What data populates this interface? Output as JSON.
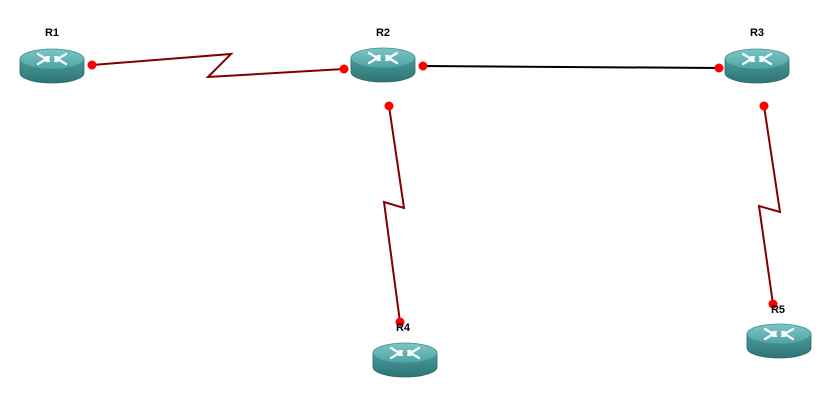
{
  "diagram": {
    "style": {
      "serial_link_color": "#800000",
      "ethernet_link_color": "#000000",
      "port_dot_color": "#ff0000",
      "router_body_color": "#3a8a8a",
      "router_top_color": "#5fb3b3",
      "router_arrow_color": "#ffffff"
    },
    "routers": [
      {
        "id": "R1",
        "label": "R1"
      },
      {
        "id": "R2",
        "label": "R2"
      },
      {
        "id": "R3",
        "label": "R3"
      },
      {
        "id": "R4",
        "label": "R4"
      },
      {
        "id": "R5",
        "label": "R5"
      }
    ],
    "links": [
      {
        "from": "R1",
        "to": "R2",
        "type": "serial"
      },
      {
        "from": "R2",
        "to": "R3",
        "type": "ethernet"
      },
      {
        "from": "R2",
        "to": "R4",
        "type": "serial"
      },
      {
        "from": "R3",
        "to": "R5",
        "type": "serial"
      }
    ]
  }
}
